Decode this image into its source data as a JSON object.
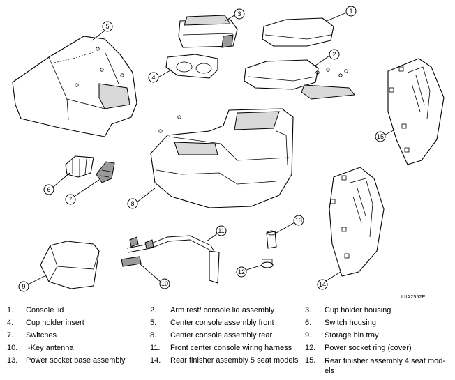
{
  "diagram_code": "LIIA2552E",
  "callouts": [
    "1",
    "2",
    "3",
    "4",
    "5",
    "6",
    "7",
    "8",
    "9",
    "10",
    "11",
    "12",
    "13",
    "14",
    "15"
  ],
  "legend": [
    [
      {
        "num": "1.",
        "text": "Console lid"
      },
      {
        "num": "2.",
        "text": "Arm rest/ console lid assembly"
      },
      {
        "num": "3.",
        "text": "Cup holder housing"
      }
    ],
    [
      {
        "num": "4.",
        "text": "Cup holder insert"
      },
      {
        "num": "5.",
        "text": "Center console assembly front"
      },
      {
        "num": "6.",
        "text": "Switch housing"
      }
    ],
    [
      {
        "num": "7.",
        "text": "Switches"
      },
      {
        "num": "8.",
        "text": "Center console assembly rear"
      },
      {
        "num": "9.",
        "text": " Storage bin tray"
      }
    ],
    [
      {
        "num": "10.",
        "text": "I-Key antenna"
      },
      {
        "num": "11.",
        "text": "Front center console wiring harness"
      },
      {
        "num": "12.",
        "text": "Power socket ring (cover)"
      }
    ],
    [
      {
        "num": "13.",
        "text": "Power socket base assembly"
      },
      {
        "num": "14.",
        "text": "Rear finisher assembly 5 seat models"
      },
      {
        "num": "15.",
        "text": "Rear finisher assembly 4 seat mod-els"
      }
    ]
  ]
}
